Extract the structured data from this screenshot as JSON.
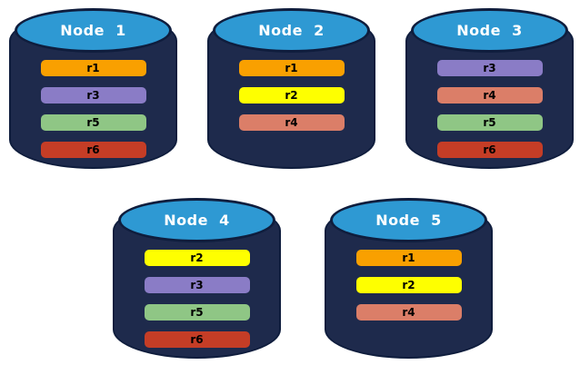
{
  "diagram": {
    "cylinder": {
      "body_color": "#1E2A4C",
      "outline_color": "#0F1D3D",
      "top_color": "#2E99D3",
      "title_color": "#FFFFFF"
    },
    "replica_palette": {
      "r1": "#F9A000",
      "r2": "#FEFF00",
      "r3": "#8A7CC6",
      "r4": "#DB7E68",
      "r5": "#8FC685",
      "r6": "#C53D26"
    },
    "nodes": [
      {
        "id": "node-1",
        "label": "Node  1",
        "row": 0,
        "replicas": [
          "r1",
          "r3",
          "r5",
          "r6"
        ]
      },
      {
        "id": "node-2",
        "label": "Node  2",
        "row": 0,
        "replicas": [
          "r1",
          "r2",
          "r4"
        ]
      },
      {
        "id": "node-3",
        "label": "Node  3",
        "row": 0,
        "replicas": [
          "r3",
          "r4",
          "r5",
          "r6"
        ]
      },
      {
        "id": "node-4",
        "label": "Node  4",
        "row": 1,
        "replicas": [
          "r2",
          "r3",
          "r5",
          "r6"
        ]
      },
      {
        "id": "node-5",
        "label": "Node  5",
        "row": 1,
        "replicas": [
          "r1",
          "r2",
          "r4"
        ]
      }
    ]
  }
}
